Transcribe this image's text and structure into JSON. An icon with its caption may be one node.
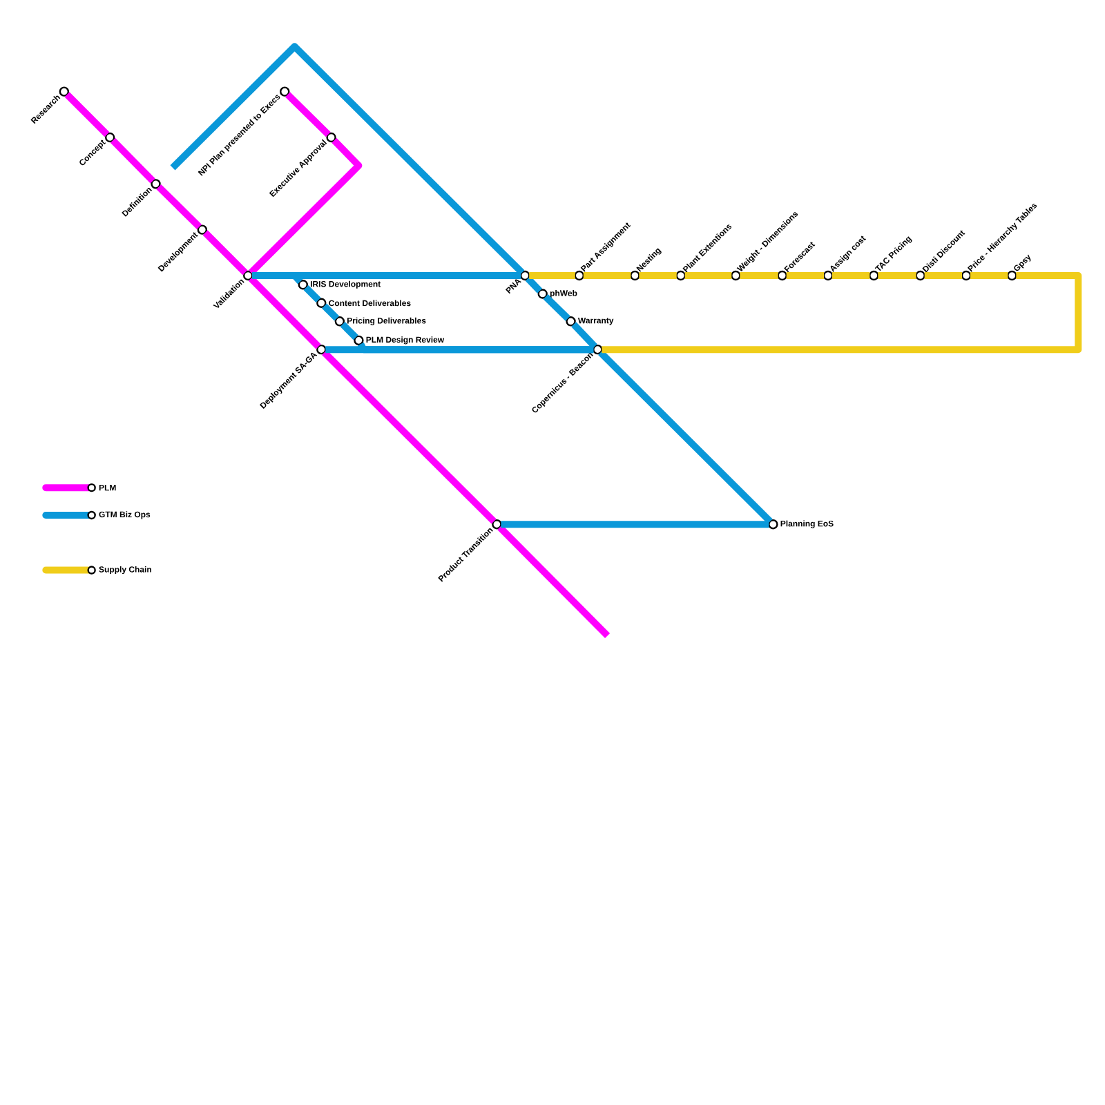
{
  "diagram": {
    "nodes": [
      {
        "text": [
          "Research"
        ]
      },
      {
        "text": [
          "Concept"
        ]
      },
      {
        "text": [
          "Definition"
        ]
      },
      {
        "text": [
          "Development"
        ]
      },
      {
        "text": [
          "Validation"
        ]
      },
      {
        "text": [
          "NPI Plan presented to Execs"
        ]
      },
      {
        "text": [
          "Executive Approval"
        ]
      },
      {
        "text": [
          "IRIS Development"
        ]
      },
      {
        "text": [
          "Content Deliverables"
        ]
      },
      {
        "text": [
          "Pricing Deliverables"
        ]
      },
      {
        "text": [
          "PLM Design Review"
        ]
      },
      {
        "text": [
          "Deployment SA-GA"
        ]
      },
      {
        "text": [
          "PNA"
        ]
      },
      {
        "text": [
          "phWeb"
        ]
      },
      {
        "text": [
          "Warranty"
        ]
      },
      {
        "text": [
          "Copernicus - Beacon"
        ]
      },
      {
        "text": [
          "Product Transition"
        ]
      },
      {
        "text": [
          "Planning EoS"
        ]
      },
      {
        "text": [
          "Part Assignment"
        ]
      },
      {
        "text": [
          "Nesting"
        ]
      },
      {
        "text": [
          "Plant Extentions"
        ]
      },
      {
        "text": [
          "Weight - Dimensions"
        ]
      },
      {
        "text": [
          "Forescast"
        ]
      },
      {
        "text": [
          "Assign cost"
        ]
      },
      {
        "text": [
          "TAC Pricing"
        ]
      },
      {
        "text": [
          "Disti Discount"
        ]
      },
      {
        "text": [
          "Price - Hierarchy Tables"
        ]
      },
      {
        "text": [
          "Gpsy"
        ]
      }
    ],
    "edges": [
      {
        "from": 0,
        "to": 1,
        "arrow": "none",
        "color": "#ff00ff"
      },
      {
        "from": 1,
        "to": 2,
        "arrow": "none",
        "color": "#ff00ff"
      },
      {
        "from": 2,
        "to": 3,
        "arrow": "none",
        "color": "#ff00ff"
      },
      {
        "from": 3,
        "to": 4,
        "arrow": "none",
        "color": "#ff00ff"
      },
      {
        "from": 4,
        "to": 11,
        "arrow": "none",
        "color": "#ff00ff"
      },
      {
        "from": 11,
        "to": 16,
        "arrow": "none",
        "color": "#ff00ff"
      },
      {
        "from": 16,
        "to": null,
        "arrow": "none",
        "color": "#ff00ff"
      },
      {
        "from": 5,
        "to": 6,
        "arrow": "none",
        "color": "#ff00ff"
      },
      {
        "from": 6,
        "to": 4,
        "arrow": "none",
        "color": "#ff00ff"
      },
      {
        "from": null,
        "to": 12,
        "arrow": "none",
        "color": "#0a98d9"
      },
      {
        "from": 4,
        "to": 12,
        "arrow": "none",
        "color": "#0a98d9"
      },
      {
        "from": 4,
        "to": 7,
        "arrow": "none",
        "color": "#0a98d9"
      },
      {
        "from": 7,
        "to": 8,
        "arrow": "none",
        "color": "#0a98d9"
      },
      {
        "from": 8,
        "to": 9,
        "arrow": "none",
        "color": "#0a98d9"
      },
      {
        "from": 9,
        "to": 10,
        "arrow": "none",
        "color": "#0a98d9"
      },
      {
        "from": 10,
        "to": 15,
        "arrow": "none",
        "color": "#0a98d9"
      },
      {
        "from": 11,
        "to": 15,
        "arrow": "none",
        "color": "#0a98d9"
      },
      {
        "from": 12,
        "to": 13,
        "arrow": "none",
        "color": "#0a98d9"
      },
      {
        "from": 13,
        "to": 14,
        "arrow": "none",
        "color": "#0a98d9"
      },
      {
        "from": 14,
        "to": 15,
        "arrow": "none",
        "color": "#0a98d9"
      },
      {
        "from": 15,
        "to": 17,
        "arrow": "none",
        "color": "#0a98d9"
      },
      {
        "from": 16,
        "to": 17,
        "arrow": "none",
        "color": "#0a98d9"
      },
      {
        "from": 12,
        "to": 18,
        "arrow": "none",
        "color": "#f0cd1a"
      },
      {
        "from": 18,
        "to": 19,
        "arrow": "none",
        "color": "#f0cd1a"
      },
      {
        "from": 19,
        "to": 20,
        "arrow": "none",
        "color": "#f0cd1a"
      },
      {
        "from": 20,
        "to": 21,
        "arrow": "none",
        "color": "#f0cd1a"
      },
      {
        "from": 21,
        "to": 22,
        "arrow": "none",
        "color": "#f0cd1a"
      },
      {
        "from": 22,
        "to": 23,
        "arrow": "none",
        "color": "#f0cd1a"
      },
      {
        "from": 23,
        "to": 24,
        "arrow": "none",
        "color": "#f0cd1a"
      },
      {
        "from": 24,
        "to": 25,
        "arrow": "none",
        "color": "#f0cd1a"
      },
      {
        "from": 25,
        "to": 26,
        "arrow": "none",
        "color": "#f0cd1a"
      },
      {
        "from": 26,
        "to": 27,
        "arrow": "none",
        "color": "#f0cd1a"
      },
      {
        "from": 27,
        "to": 15,
        "arrow": "none",
        "color": "#f0cd1a"
      }
    ],
    "legend": [
      {
        "text": "PLM",
        "color": "#ff00ff"
      },
      {
        "text": "GTM Biz Ops",
        "color": "#0a98d9"
      },
      {
        "text": "Supply Chain",
        "color": "#f0cd1a"
      }
    ]
  }
}
